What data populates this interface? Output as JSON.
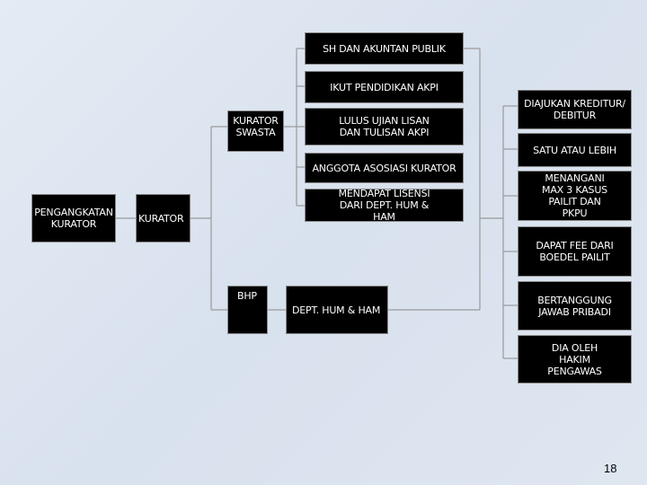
{
  "nodes": {
    "pengangkatan": "PENGANGKATAN KURATOR",
    "kurator": "KURATOR",
    "kurator_swasta": "KURATOR SWASTA",
    "bhp": "BHP",
    "sh_akuntan": "SH DAN AKUNTAN PUBLIK",
    "ikut_pendidikan": "IKUT PENDIDIKAN AKPI",
    "lulus_ujian": "LULUS UJIAN LISAN DAN TULISAN AKPI",
    "anggota_asosiasi": "ANGGOTA ASOSIASI KURATOR",
    "mendapat_lisensi": "MENDAPAT LISENSI DARI DEPT. HUM & HAM",
    "dept_hum_ham": "DEPT. HUM & HAM",
    "diajukan": "DIAJUKAN KREDITUR/ DEBITUR",
    "satu_atau_lebih": "SATU ATAU LEBIH",
    "menangani_max": "MENANGANI MAX 3 KASUS PAILIT DAN PKPU",
    "dapat_fee": "DAPAT FEE DARI BOEDEL PAILIT",
    "bertanggung_jawab": "BERTANGGUNG JAWAB PRIBADI",
    "dia_oleh": "DIA OLEH HAKIM PENGAWAS"
  },
  "page_number": "18",
  "colors": {
    "box_fill": "#000000",
    "box_text": "#ffffff",
    "connector": "#9a9a9a"
  }
}
